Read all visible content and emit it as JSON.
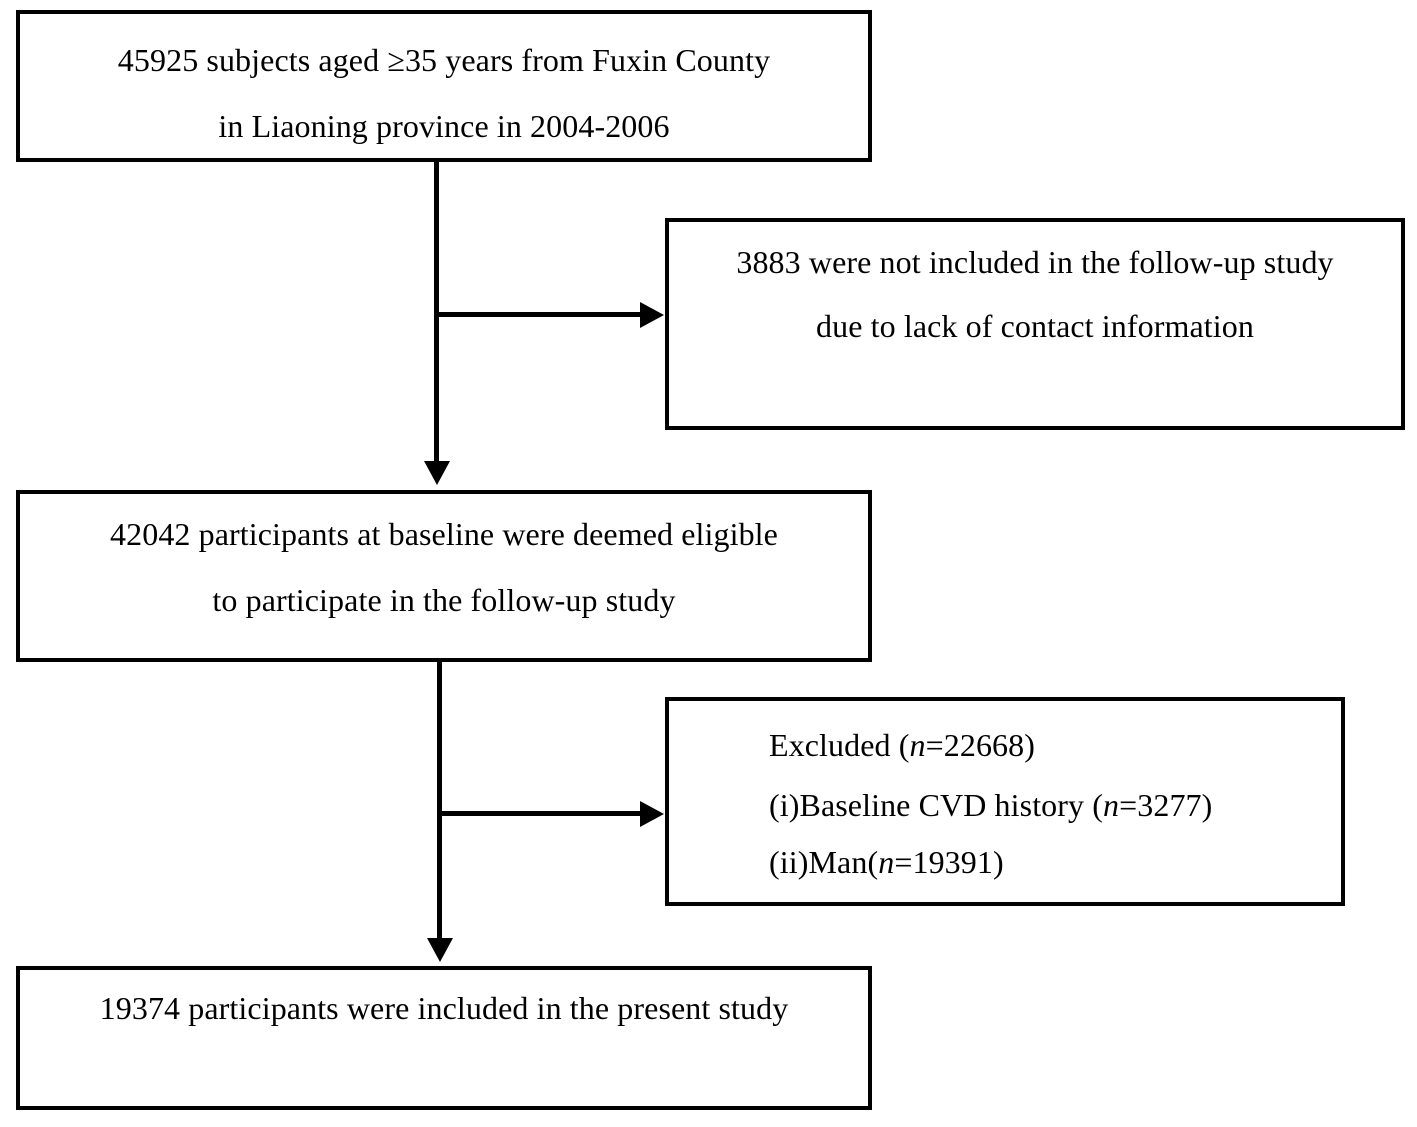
{
  "diagram": {
    "type": "participant-flow-chart",
    "background_color": "#ffffff",
    "line_color": "#000000",
    "nodes": {
      "source_cohort": {
        "id": "box-source-cohort",
        "line1": "45925 subjects aged ≥35 years from Fuxin County",
        "line2": "in Liaoning province in 2004-2006"
      },
      "excluded_no_contact": {
        "id": "box-excluded-no-contact",
        "line1": "3883 were not included in the follow-up study",
        "line2": "due to lack of contact information"
      },
      "eligible_baseline": {
        "id": "box-eligible-baseline",
        "line1": "42042 participants at baseline were deemed eligible",
        "line2": "to participate in the follow-up study"
      },
      "excluded_criteria": {
        "id": "box-excluded-criteria",
        "header_prefix": "Excluded (",
        "header_italic": "n",
        "header_suffix": "=22668)",
        "item1_prefix": " (i)Baseline CVD history (",
        "item1_italic": "n",
        "item1_suffix": "=3277)",
        "item2_prefix": "(ii)Man(",
        "item2_italic": "n",
        "item2_suffix": "=19391)"
      },
      "final_sample": {
        "id": "box-final-sample",
        "line1": "19374 participants were included in the present study"
      }
    },
    "connectors": {
      "source_to_eligible": "vertical-arrow-down",
      "source_to_excluded_no_contact": "branch-arrow-right",
      "eligible_to_final": "vertical-arrow-down",
      "eligible_to_excluded_criteria": "branch-arrow-right"
    }
  }
}
